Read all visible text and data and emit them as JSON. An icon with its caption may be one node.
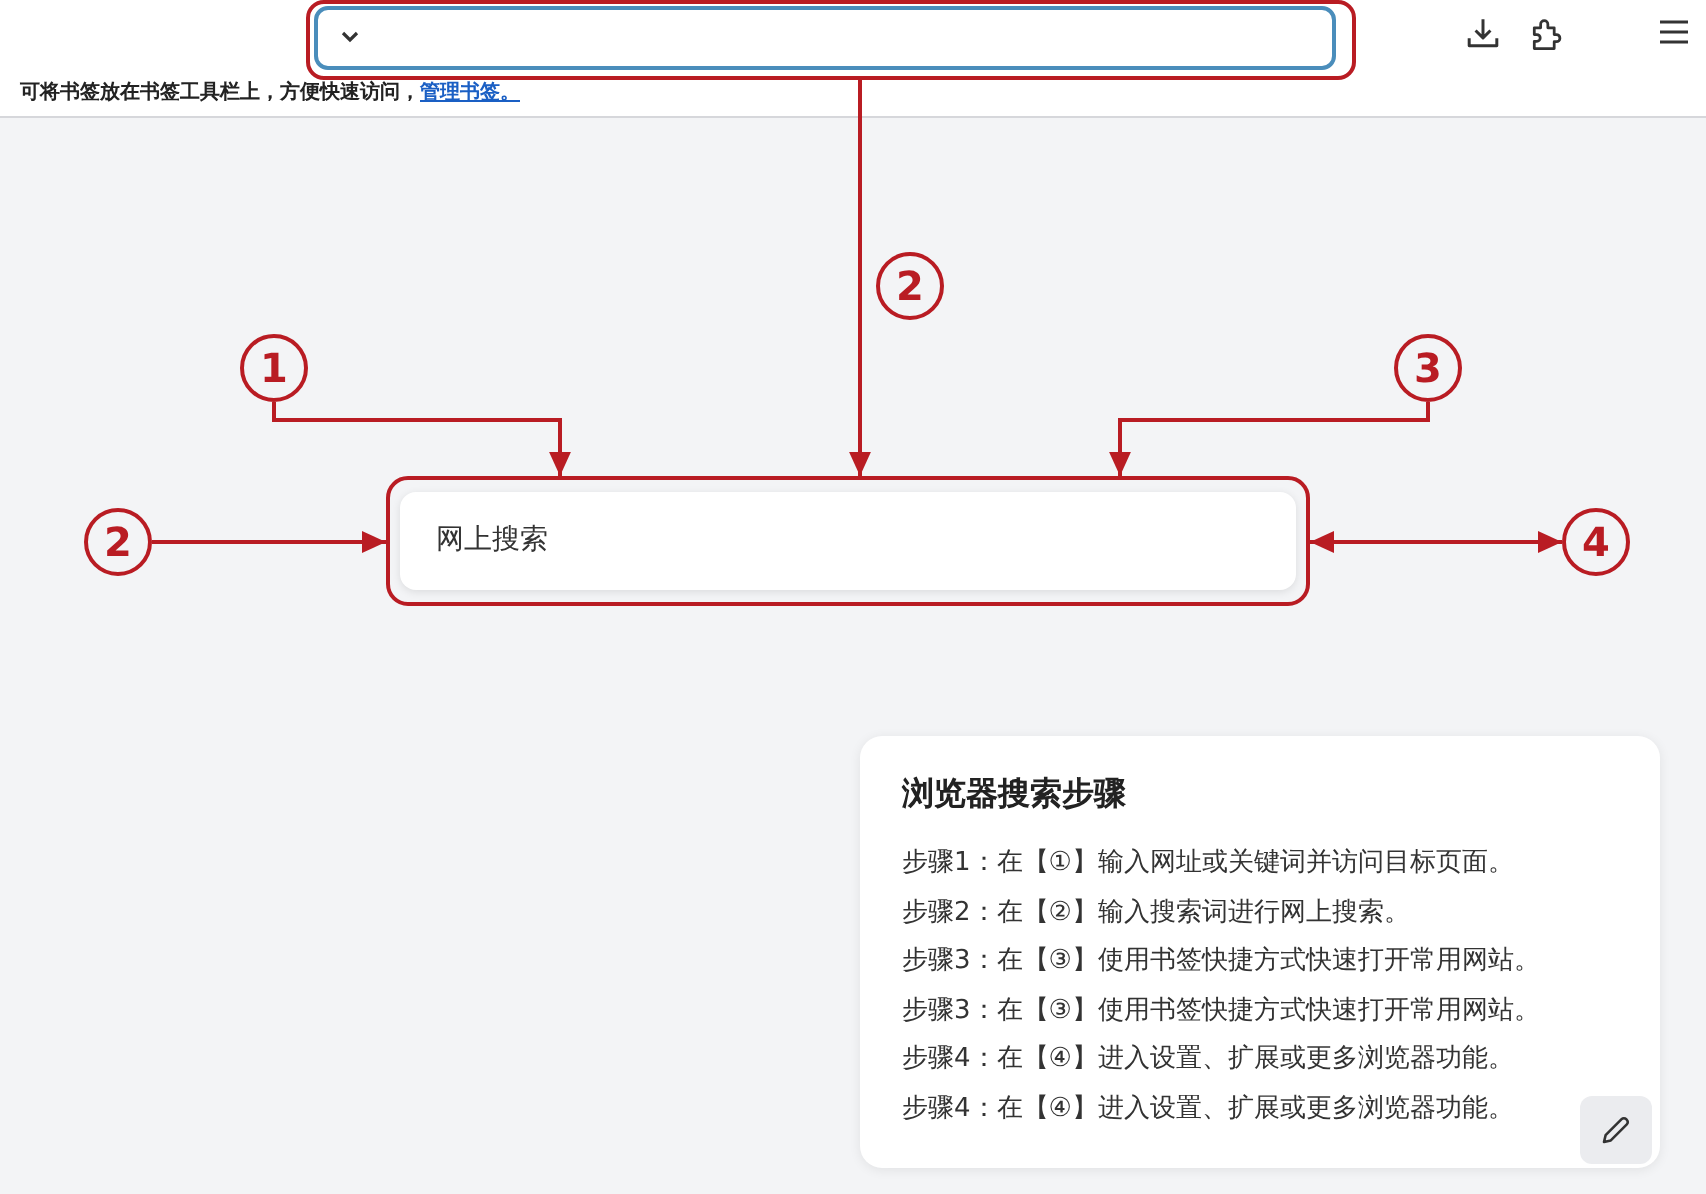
{
  "diagram": {
    "nodes": [
      {
        "text": [],
        "shape": "box"
      },
      {
        "text": [
          "2"
        ]
      },
      {
        "text": [
          "1"
        ]
      },
      {
        "text": [
          "3"
        ]
      },
      {
        "text": [
          "2"
        ]
      },
      {
        "text": [
          "网上搜索"
        ]
      },
      {
        "text": [
          "4"
        ]
      },
      {
        "text": [
          "浏览器搜索步骤",
          "步骤1：在【①】输入网址或关键词并访问目标页面。",
          "步骤2：在【②】输入搜索词进行网上搜索。",
          "步骤3：在【③】使用书签快捷方式快速打开常用网站。",
          "步骤3：在【③】使用书签快捷方式快速打开常用网站。",
          "步骤4：在【④】进入设置、扩展或更多浏览器功能。",
          "步骤4：在【④】进入设置、扩展或更多浏览器功能。"
        ]
      }
    ],
    "edges": [
      {
        "from": 0,
        "to": 5,
        "arrow": "to"
      },
      {
        "from": 2,
        "to": 5,
        "arrow": "to"
      },
      {
        "from": 3,
        "to": 5,
        "arrow": "to"
      },
      {
        "from": 4,
        "to": 5,
        "arrow": "to"
      },
      {
        "from": 5,
        "to": 6,
        "arrow": "both"
      }
    ],
    "labels": [
      "可将书签放在书签工具栏上，方便快速访问，",
      "管理书签。"
    ]
  }
}
